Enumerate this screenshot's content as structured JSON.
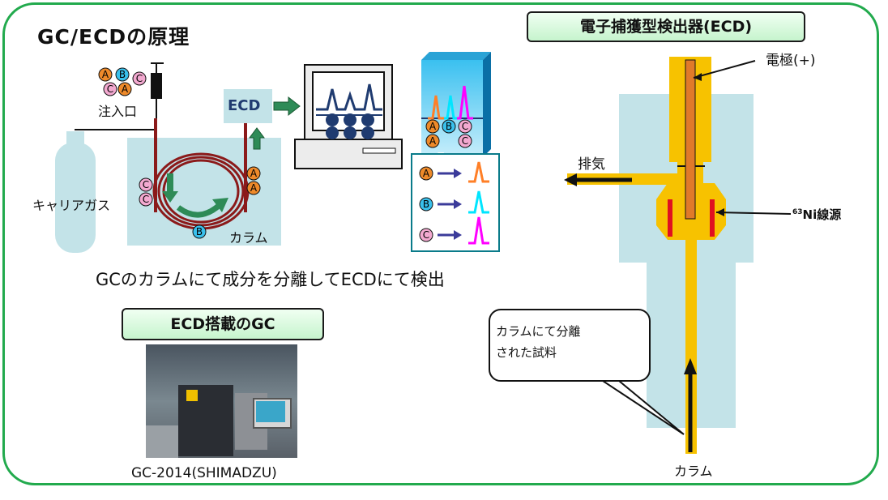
{
  "title": "GC/ECDの原理",
  "detector_header": "電子捕獲型検出器(ECD)",
  "gc_header": "ECD搭載のGC",
  "labels": {
    "injection": "注入口",
    "carrier_gas": "キャリアガス",
    "column": "カラム",
    "ecd": "ECD",
    "electrode": "電極(+)",
    "exhaust": "排気",
    "ni_source_sup": "63",
    "ni_source": "Ni線源",
    "column_bottom": "カラム"
  },
  "caption": "GCのカラムにて成分を分離してECDにて検出",
  "callout": {
    "line1": "カラムにて分離",
    "line2": "された試料"
  },
  "photo_caption": "GC-2014(SHIMADZU)",
  "components": {
    "a": "A",
    "b": "B",
    "c": "C"
  },
  "colors": {
    "frame": "#22aa4d",
    "column_tube": "#8b1a1a",
    "light_blue_panel": "#c3e3e8",
    "ecd_body": "#f7c200",
    "electrode": "#e07a2a",
    "ni_source": "#e01020",
    "component_a": "#ee8a2a",
    "component_b": "#39c0ec",
    "component_c": "#f3a9d0",
    "peak_a": "#ff7f27",
    "peak_b": "#00e5ff",
    "peak_c": "#ff00ff"
  },
  "icons": [
    "syringe-icon",
    "gas-cylinder-icon",
    "computer-monitor-icon",
    "detector-box-icon",
    "arrow-right-icon",
    "arrow-up-icon",
    "rotation-arrow-icon"
  ]
}
